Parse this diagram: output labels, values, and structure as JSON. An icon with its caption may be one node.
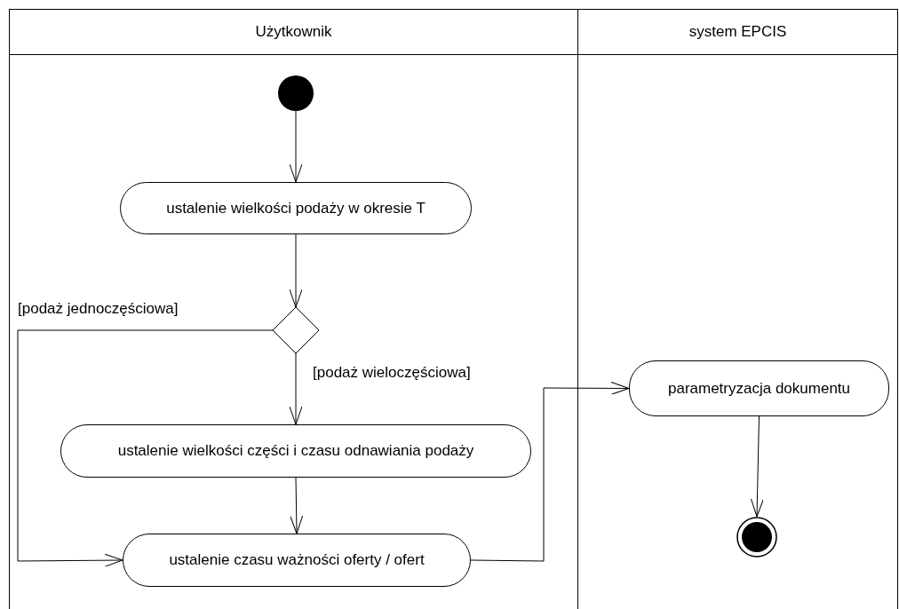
{
  "diagram": {
    "nodes": [
      {
        "text": [
          "Użytkownik"
        ]
      },
      {
        "text": [
          "system EPCIS"
        ]
      },
      {
        "text": [],
        "shape": "circle",
        "in": 0
      },
      {
        "text": [
          "ustalenie wielkości podaży w okresie T"
        ],
        "in": 0
      },
      {
        "text": [],
        "shape": "diamond",
        "in": 0
      },
      {
        "text": [
          "ustalenie wielkości części i czasu odnawiania podaży"
        ],
        "in": 0
      },
      {
        "text": [
          "ustalenie czasu ważności oferty / ofert"
        ],
        "in": 0
      },
      {
        "text": [
          "parametryzacja dokumentu"
        ],
        "in": 1
      },
      {
        "text": [],
        "shape": "circle",
        "in": 1
      }
    ],
    "edges": [
      {
        "from": 2,
        "to": 3,
        "arrow": "to"
      },
      {
        "from": 3,
        "to": 4,
        "arrow": "to"
      },
      {
        "from": 4,
        "to": 6,
        "arrow": "to",
        "label": "[podaż jednoczęściowa]"
      },
      {
        "from": 4,
        "to": 5,
        "arrow": "to",
        "label": "[podaż wieloczęściowa]"
      },
      {
        "from": 5,
        "to": 6,
        "arrow": "to"
      },
      {
        "from": 6,
        "to": 7,
        "arrow": "to"
      },
      {
        "from": 7,
        "to": 8,
        "arrow": "to"
      }
    ]
  }
}
